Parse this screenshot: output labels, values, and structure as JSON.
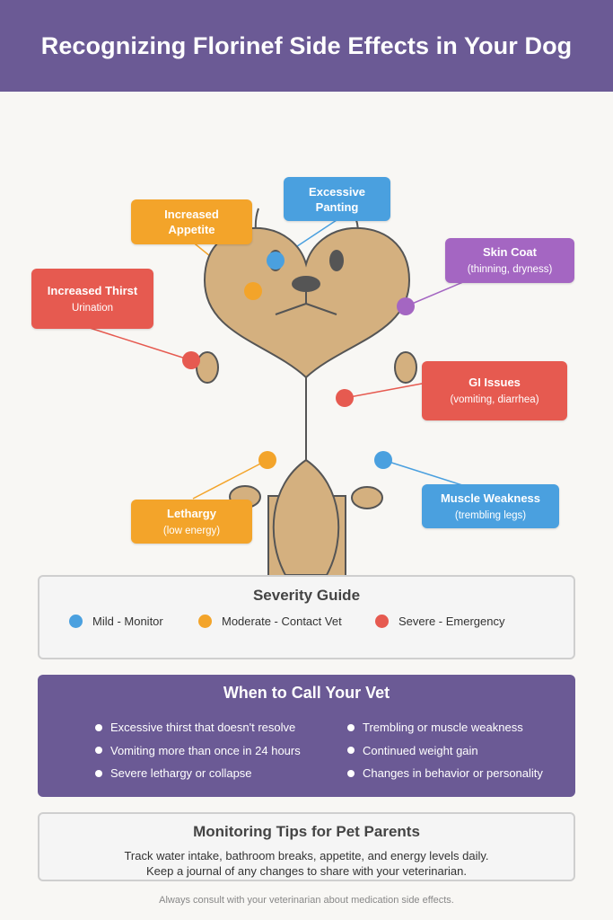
{
  "header": {
    "title": "Recognizing Florinef Side Effects in Your Dog"
  },
  "callouts": {
    "panting": {
      "title_line1": "Excessive",
      "title_line2": "Panting",
      "color": "#4aa0df"
    },
    "appetite": {
      "title_line1": "Increased",
      "title_line2": "Appetite",
      "color": "#f3a42a"
    },
    "skin": {
      "title": "Skin Coat",
      "subtitle": "(thinning, dryness)",
      "color": "#a466c2"
    },
    "thirst": {
      "title": "Increased Thirst",
      "subtitle": "Urination",
      "color": "#e65a50"
    },
    "gi": {
      "title": "GI Issues",
      "subtitle": "(vomiting, diarrhea)",
      "color": "#e65a50"
    },
    "lethargy": {
      "title": "Lethargy",
      "subtitle": "(low energy)",
      "color": "#f3a42a"
    },
    "muscle": {
      "title": "Muscle Weakness",
      "subtitle": "(trembling legs)",
      "color": "#4aa0df"
    }
  },
  "severity": {
    "title": "Severity Guide",
    "items": [
      {
        "label": "Mild - Monitor",
        "color": "#4aa0df"
      },
      {
        "label": "Moderate - Contact Vet",
        "color": "#f3a42a"
      },
      {
        "label": "Severe - Emergency",
        "color": "#e65a50"
      }
    ]
  },
  "vet": {
    "title": "When to Call Your Vet",
    "left": [
      "Excessive thirst that doesn't resolve",
      "Vomiting more than once in 24 hours",
      "Severe lethargy or collapse"
    ],
    "right": [
      "Trembling or muscle weakness",
      "Continued weight gain",
      "Changes in behavior or personality"
    ]
  },
  "tips": {
    "title": "Monitoring Tips for Pet Parents",
    "line1": "Track water intake, bathroom breaks, appetite, and energy levels daily.",
    "line2": "Keep a journal of any changes to share with your veterinarian."
  },
  "footer": {
    "text": "Always consult with your veterinarian about medication side effects."
  },
  "colors": {
    "header": "#6b5a95",
    "dog": "#d4b07f",
    "outline": "#555555"
  }
}
